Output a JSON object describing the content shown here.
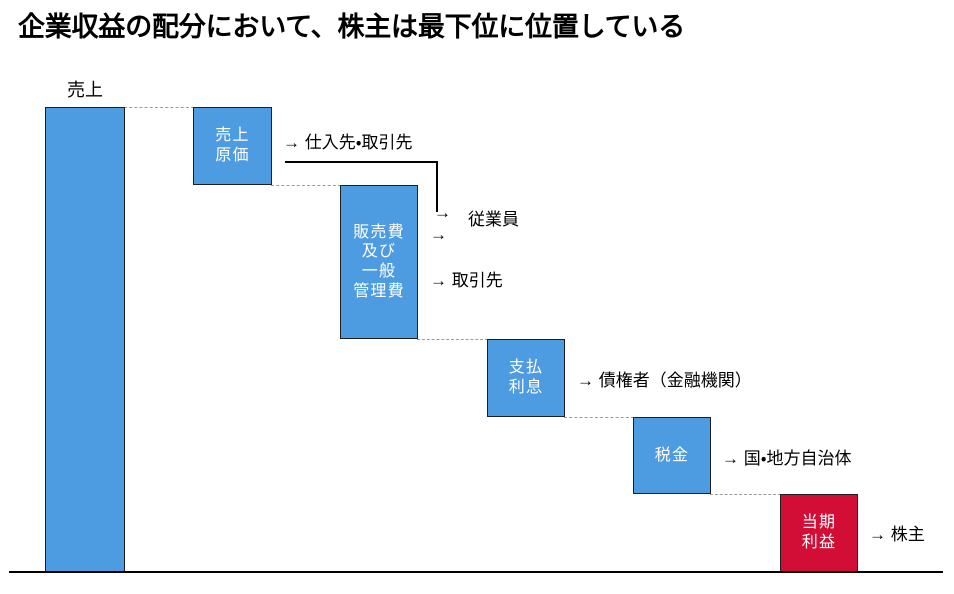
{
  "title": "企業収益の配分において、株主は最下位に位置している",
  "chart_data": {
    "type": "bar",
    "subtype": "waterfall",
    "title": "企業収益の配分において、株主は最下位に位置している",
    "xlabel": "",
    "ylabel": "",
    "grid": false,
    "legend": false,
    "axis_baseline_visible": true,
    "categories": [
      "売上",
      "売上原価",
      "販売費及び一般管理費",
      "支払利息",
      "税金",
      "当期利益"
    ],
    "values": [
      100,
      16.5,
      32.8,
      16.5,
      16.5,
      16.3
    ],
    "cumulative_top": [
      100,
      100,
      83.5,
      50.7,
      34.2,
      17.7
    ],
    "kinds": [
      "total",
      "decrease",
      "decrease",
      "decrease",
      "decrease",
      "result"
    ],
    "colors": [
      "#4D9BE0",
      "#4D9BE0",
      "#4D9BE0",
      "#4D9BE0",
      "#4D9BE0",
      "#D20D36"
    ],
    "accent_blue": "#4D9BE0",
    "accent_red": "#D20D36",
    "recipients": [
      "",
      "仕入先・取引先",
      "従業員 / 取引先",
      "債権者（金融機関）",
      "国・地方自治体",
      "株主"
    ]
  },
  "bars": [
    {
      "id": "sales",
      "label": "売上",
      "label_position": "above",
      "lines": [],
      "color_name": "blue"
    },
    {
      "id": "cost-of-sales",
      "label": "売上原価",
      "label_position": "inside",
      "lines": [
        "売上",
        "原価"
      ],
      "color_name": "blue"
    },
    {
      "id": "sga",
      "label": "販売費及び一般管理費",
      "label_position": "inside",
      "lines": [
        "販売費",
        "及び",
        "一般",
        "管理費"
      ],
      "color_name": "blue"
    },
    {
      "id": "interest-expense",
      "label": "支払利息",
      "label_position": "inside",
      "lines": [
        "支払",
        "利息"
      ],
      "color_name": "blue"
    },
    {
      "id": "tax",
      "label": "税金",
      "label_position": "inside",
      "lines": [
        "税金"
      ],
      "color_name": "blue"
    },
    {
      "id": "net-income",
      "label": "当期利益",
      "label_position": "inside",
      "lines": [
        "当期",
        "利益"
      ],
      "color_name": "red"
    }
  ],
  "annotations": [
    {
      "id": "suppliers",
      "text": "→ 仕入先・取引先"
    },
    {
      "id": "employees",
      "text": "従業員"
    },
    {
      "id": "partners",
      "text": "→ 取引先"
    },
    {
      "id": "creditors",
      "text": "→ 債権者（金融機関）"
    },
    {
      "id": "government",
      "text": "→ 国・地方自治体"
    },
    {
      "id": "shareholders",
      "text": "→ 株主"
    }
  ],
  "glyphs": {
    "arrow": "→",
    "arrow_into_employees": "→"
  }
}
